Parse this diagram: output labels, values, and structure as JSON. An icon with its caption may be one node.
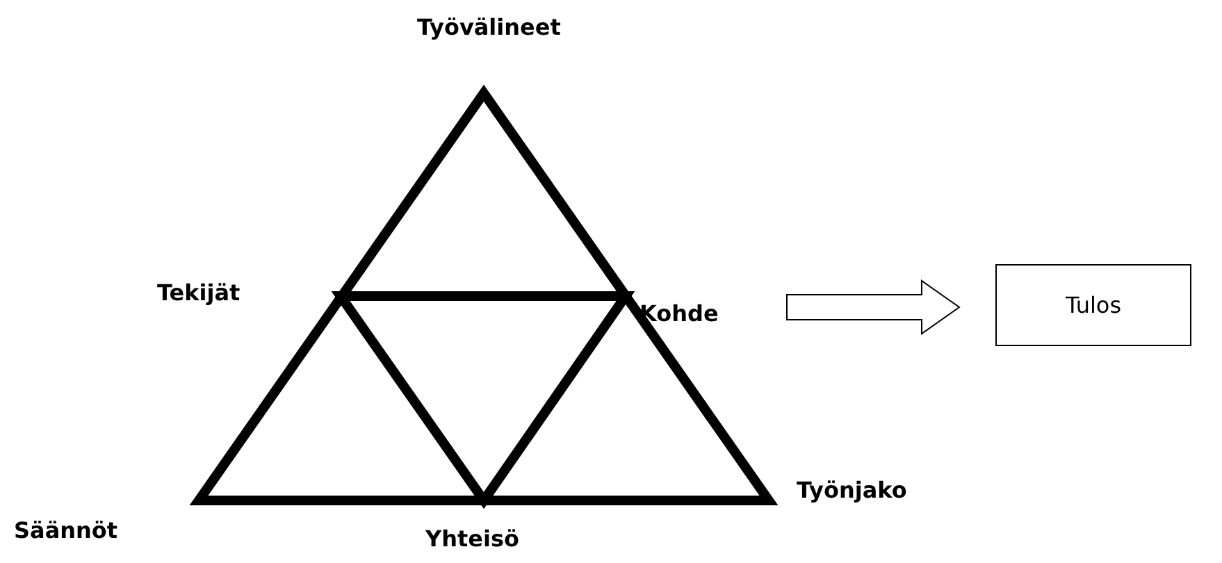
{
  "diagram": {
    "nodes": [
      {
        "text": [
          "Työvälineet"
        ]
      },
      {
        "text": [
          "Tekijät"
        ]
      },
      {
        "text": [
          "Kohde"
        ]
      },
      {
        "text": [
          "Säännöt"
        ]
      },
      {
        "text": [
          "Yhteisö"
        ]
      },
      {
        "text": [
          "Työnjako"
        ]
      },
      {
        "text": [
          "Tulos"
        ]
      }
    ],
    "edges": [
      {
        "from": 2,
        "to": 6,
        "arrow": "to"
      }
    ]
  }
}
